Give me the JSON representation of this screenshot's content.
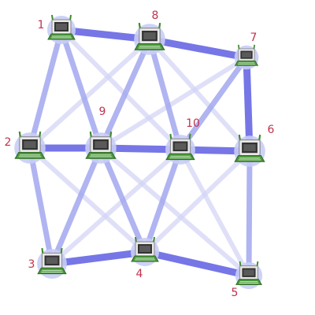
{
  "colors": {
    "link_strong": "#6f6fe6",
    "link_medium": "#a3a8ef",
    "link_faint": "#d2d4f6",
    "node_halo": "#c8cdf5",
    "laptop_screen": "#333333",
    "laptop_case": "#e8e8e8",
    "laptop_keyboard": "#4a9a3a",
    "label": "#c0334d"
  },
  "nodes": [
    {
      "id": "1",
      "label": "1",
      "icon": "laptop-icon"
    },
    {
      "id": "2",
      "label": "2",
      "icon": "laptop-icon"
    },
    {
      "id": "3",
      "label": "3",
      "icon": "laptop-icon"
    },
    {
      "id": "4",
      "label": "4",
      "icon": "laptop-icon"
    },
    {
      "id": "5",
      "label": "5",
      "icon": "laptop-icon"
    },
    {
      "id": "6",
      "label": "6",
      "icon": "laptop-icon"
    },
    {
      "id": "7",
      "label": "7",
      "icon": "laptop-icon"
    },
    {
      "id": "8",
      "label": "8",
      "icon": "laptop-icon"
    },
    {
      "id": "9",
      "label": "9",
      "icon": "laptop-icon"
    },
    {
      "id": "10",
      "label": "10",
      "icon": "laptop-icon"
    }
  ],
  "links": [
    {
      "from": "1",
      "to": "8",
      "strength": "strong"
    },
    {
      "from": "8",
      "to": "7",
      "strength": "strong"
    },
    {
      "from": "7",
      "to": "6",
      "strength": "strong"
    },
    {
      "from": "2",
      "to": "9",
      "strength": "strong"
    },
    {
      "from": "9",
      "to": "10",
      "strength": "strong"
    },
    {
      "from": "10",
      "to": "6",
      "strength": "strong"
    },
    {
      "from": "3",
      "to": "4",
      "strength": "strong"
    },
    {
      "from": "4",
      "to": "5",
      "strength": "strong"
    },
    {
      "from": "1",
      "to": "2",
      "strength": "medium"
    },
    {
      "from": "1",
      "to": "9",
      "strength": "medium"
    },
    {
      "from": "8",
      "to": "9",
      "strength": "medium"
    },
    {
      "from": "8",
      "to": "10",
      "strength": "medium"
    },
    {
      "from": "7",
      "to": "10",
      "strength": "medium"
    },
    {
      "from": "6",
      "to": "5",
      "strength": "medium"
    },
    {
      "from": "2",
      "to": "3",
      "strength": "medium"
    },
    {
      "from": "9",
      "to": "3",
      "strength": "medium"
    },
    {
      "from": "9",
      "to": "4",
      "strength": "medium"
    },
    {
      "from": "10",
      "to": "4",
      "strength": "medium"
    },
    {
      "from": "1",
      "to": "10",
      "strength": "faint"
    },
    {
      "from": "8",
      "to": "2",
      "strength": "faint"
    },
    {
      "from": "8",
      "to": "6",
      "strength": "faint"
    },
    {
      "from": "7",
      "to": "9",
      "strength": "faint"
    },
    {
      "from": "2",
      "to": "4",
      "strength": "faint"
    },
    {
      "from": "10",
      "to": "3",
      "strength": "faint"
    },
    {
      "from": "9",
      "to": "5",
      "strength": "faint"
    },
    {
      "from": "6",
      "to": "4",
      "strength": "faint"
    },
    {
      "from": "10",
      "to": "5",
      "strength": "faint"
    }
  ]
}
